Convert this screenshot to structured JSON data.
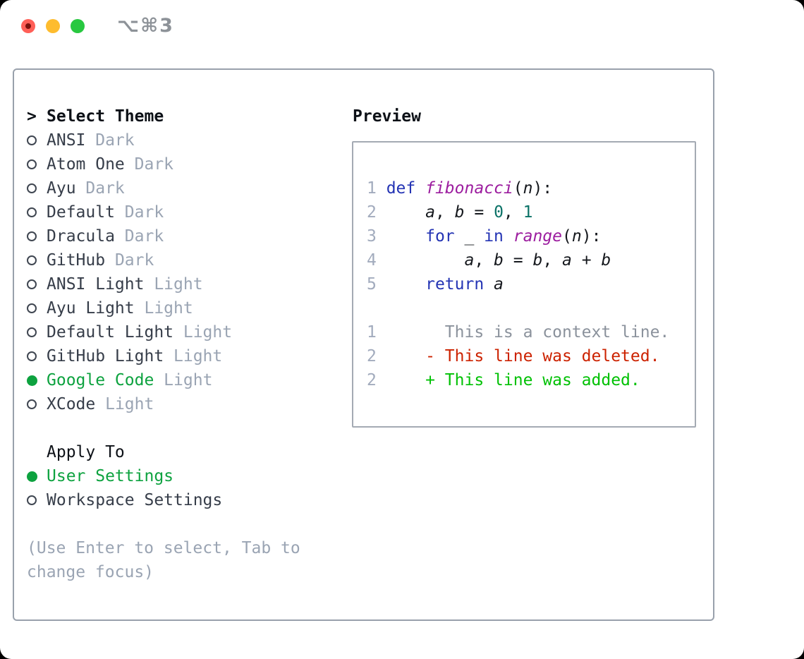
{
  "titlebar": {
    "title": "⌥⌘3",
    "traffic_lights": [
      "#ff5f57",
      "#febc2e",
      "#28c840"
    ]
  },
  "colors": {
    "selected_green": "#0da23f",
    "diff_added_green": "#00c104",
    "diff_deleted_red": "#cc2200",
    "keyword_blue": "#2434b4",
    "function_purple": "#9c1d9f",
    "number_teal": "#0b7267",
    "muted_gray": "#9aa4b3",
    "panel_border": "#99a1ac"
  },
  "theme_picker": {
    "prompt": ">",
    "title": "Select Theme",
    "items": [
      {
        "name": "ANSI",
        "variant": "Dark",
        "selected": false
      },
      {
        "name": "Atom One",
        "variant": "Dark",
        "selected": false
      },
      {
        "name": "Ayu",
        "variant": "Dark",
        "selected": false
      },
      {
        "name": "Default",
        "variant": "Dark",
        "selected": false
      },
      {
        "name": "Dracula",
        "variant": "Dark",
        "selected": false
      },
      {
        "name": "GitHub",
        "variant": "Dark",
        "selected": false
      },
      {
        "name": "ANSI Light",
        "variant": "Light",
        "selected": false
      },
      {
        "name": "Ayu Light",
        "variant": "Light",
        "selected": false
      },
      {
        "name": "Default Light",
        "variant": "Light",
        "selected": false
      },
      {
        "name": "GitHub Light",
        "variant": "Light",
        "selected": false
      },
      {
        "name": "Google Code",
        "variant": "Light",
        "selected": true
      },
      {
        "name": "XCode",
        "variant": "Light",
        "selected": false
      }
    ]
  },
  "apply_to": {
    "header": "Apply To",
    "items": [
      {
        "label": "User Settings",
        "selected": true
      },
      {
        "label": "Workspace Settings",
        "selected": false
      }
    ]
  },
  "hint": {
    "line1": "(Use Enter to select, Tab to",
    "line2": "change focus)"
  },
  "preview": {
    "header": "Preview",
    "lines": [
      {
        "tokens": [
          {
            "t": "1 ",
            "c": "ln"
          },
          {
            "t": "def",
            "c": "kw"
          },
          {
            "t": " ",
            "c": "pl"
          },
          {
            "t": "fibonacci",
            "c": "fn"
          },
          {
            "t": "(",
            "c": "pl"
          },
          {
            "t": "n",
            "c": "var"
          },
          {
            "t": "):",
            "c": "pl"
          }
        ]
      },
      {
        "tokens": [
          {
            "t": "2 ",
            "c": "ln"
          },
          {
            "t": "    ",
            "c": "pl"
          },
          {
            "t": "a",
            "c": "var"
          },
          {
            "t": ", ",
            "c": "pl"
          },
          {
            "t": "b",
            "c": "var"
          },
          {
            "t": " = ",
            "c": "pl"
          },
          {
            "t": "0",
            "c": "num"
          },
          {
            "t": ", ",
            "c": "pl"
          },
          {
            "t": "1",
            "c": "num"
          }
        ]
      },
      {
        "tokens": [
          {
            "t": "3 ",
            "c": "ln"
          },
          {
            "t": "    ",
            "c": "pl"
          },
          {
            "t": "for",
            "c": "kw"
          },
          {
            "t": " _ ",
            "c": "pl"
          },
          {
            "t": "in",
            "c": "kw"
          },
          {
            "t": " ",
            "c": "pl"
          },
          {
            "t": "range",
            "c": "fn"
          },
          {
            "t": "(",
            "c": "pl"
          },
          {
            "t": "n",
            "c": "var"
          },
          {
            "t": "):",
            "c": "pl"
          }
        ]
      },
      {
        "tokens": [
          {
            "t": "4 ",
            "c": "ln"
          },
          {
            "t": "        ",
            "c": "pl"
          },
          {
            "t": "a",
            "c": "var"
          },
          {
            "t": ", ",
            "c": "pl"
          },
          {
            "t": "b",
            "c": "var"
          },
          {
            "t": " = ",
            "c": "pl"
          },
          {
            "t": "b",
            "c": "var"
          },
          {
            "t": ", ",
            "c": "pl"
          },
          {
            "t": "a",
            "c": "var"
          },
          {
            "t": " + ",
            "c": "pl"
          },
          {
            "t": "b",
            "c": "var"
          }
        ]
      },
      {
        "tokens": [
          {
            "t": "5 ",
            "c": "ln"
          },
          {
            "t": "    ",
            "c": "pl"
          },
          {
            "t": "return",
            "c": "kw"
          },
          {
            "t": " ",
            "c": "pl"
          },
          {
            "t": "a",
            "c": "var"
          }
        ]
      },
      {
        "tokens": []
      },
      {
        "tokens": [
          {
            "t": "1 ",
            "c": "ln"
          },
          {
            "t": "      This is a context line.",
            "c": "ctx"
          }
        ]
      },
      {
        "tokens": [
          {
            "t": "2 ",
            "c": "ln"
          },
          {
            "t": "    - This line was deleted.",
            "c": "del"
          }
        ]
      },
      {
        "tokens": [
          {
            "t": "2 ",
            "c": "ln"
          },
          {
            "t": "    + This line was added.",
            "c": "add"
          }
        ]
      }
    ]
  }
}
